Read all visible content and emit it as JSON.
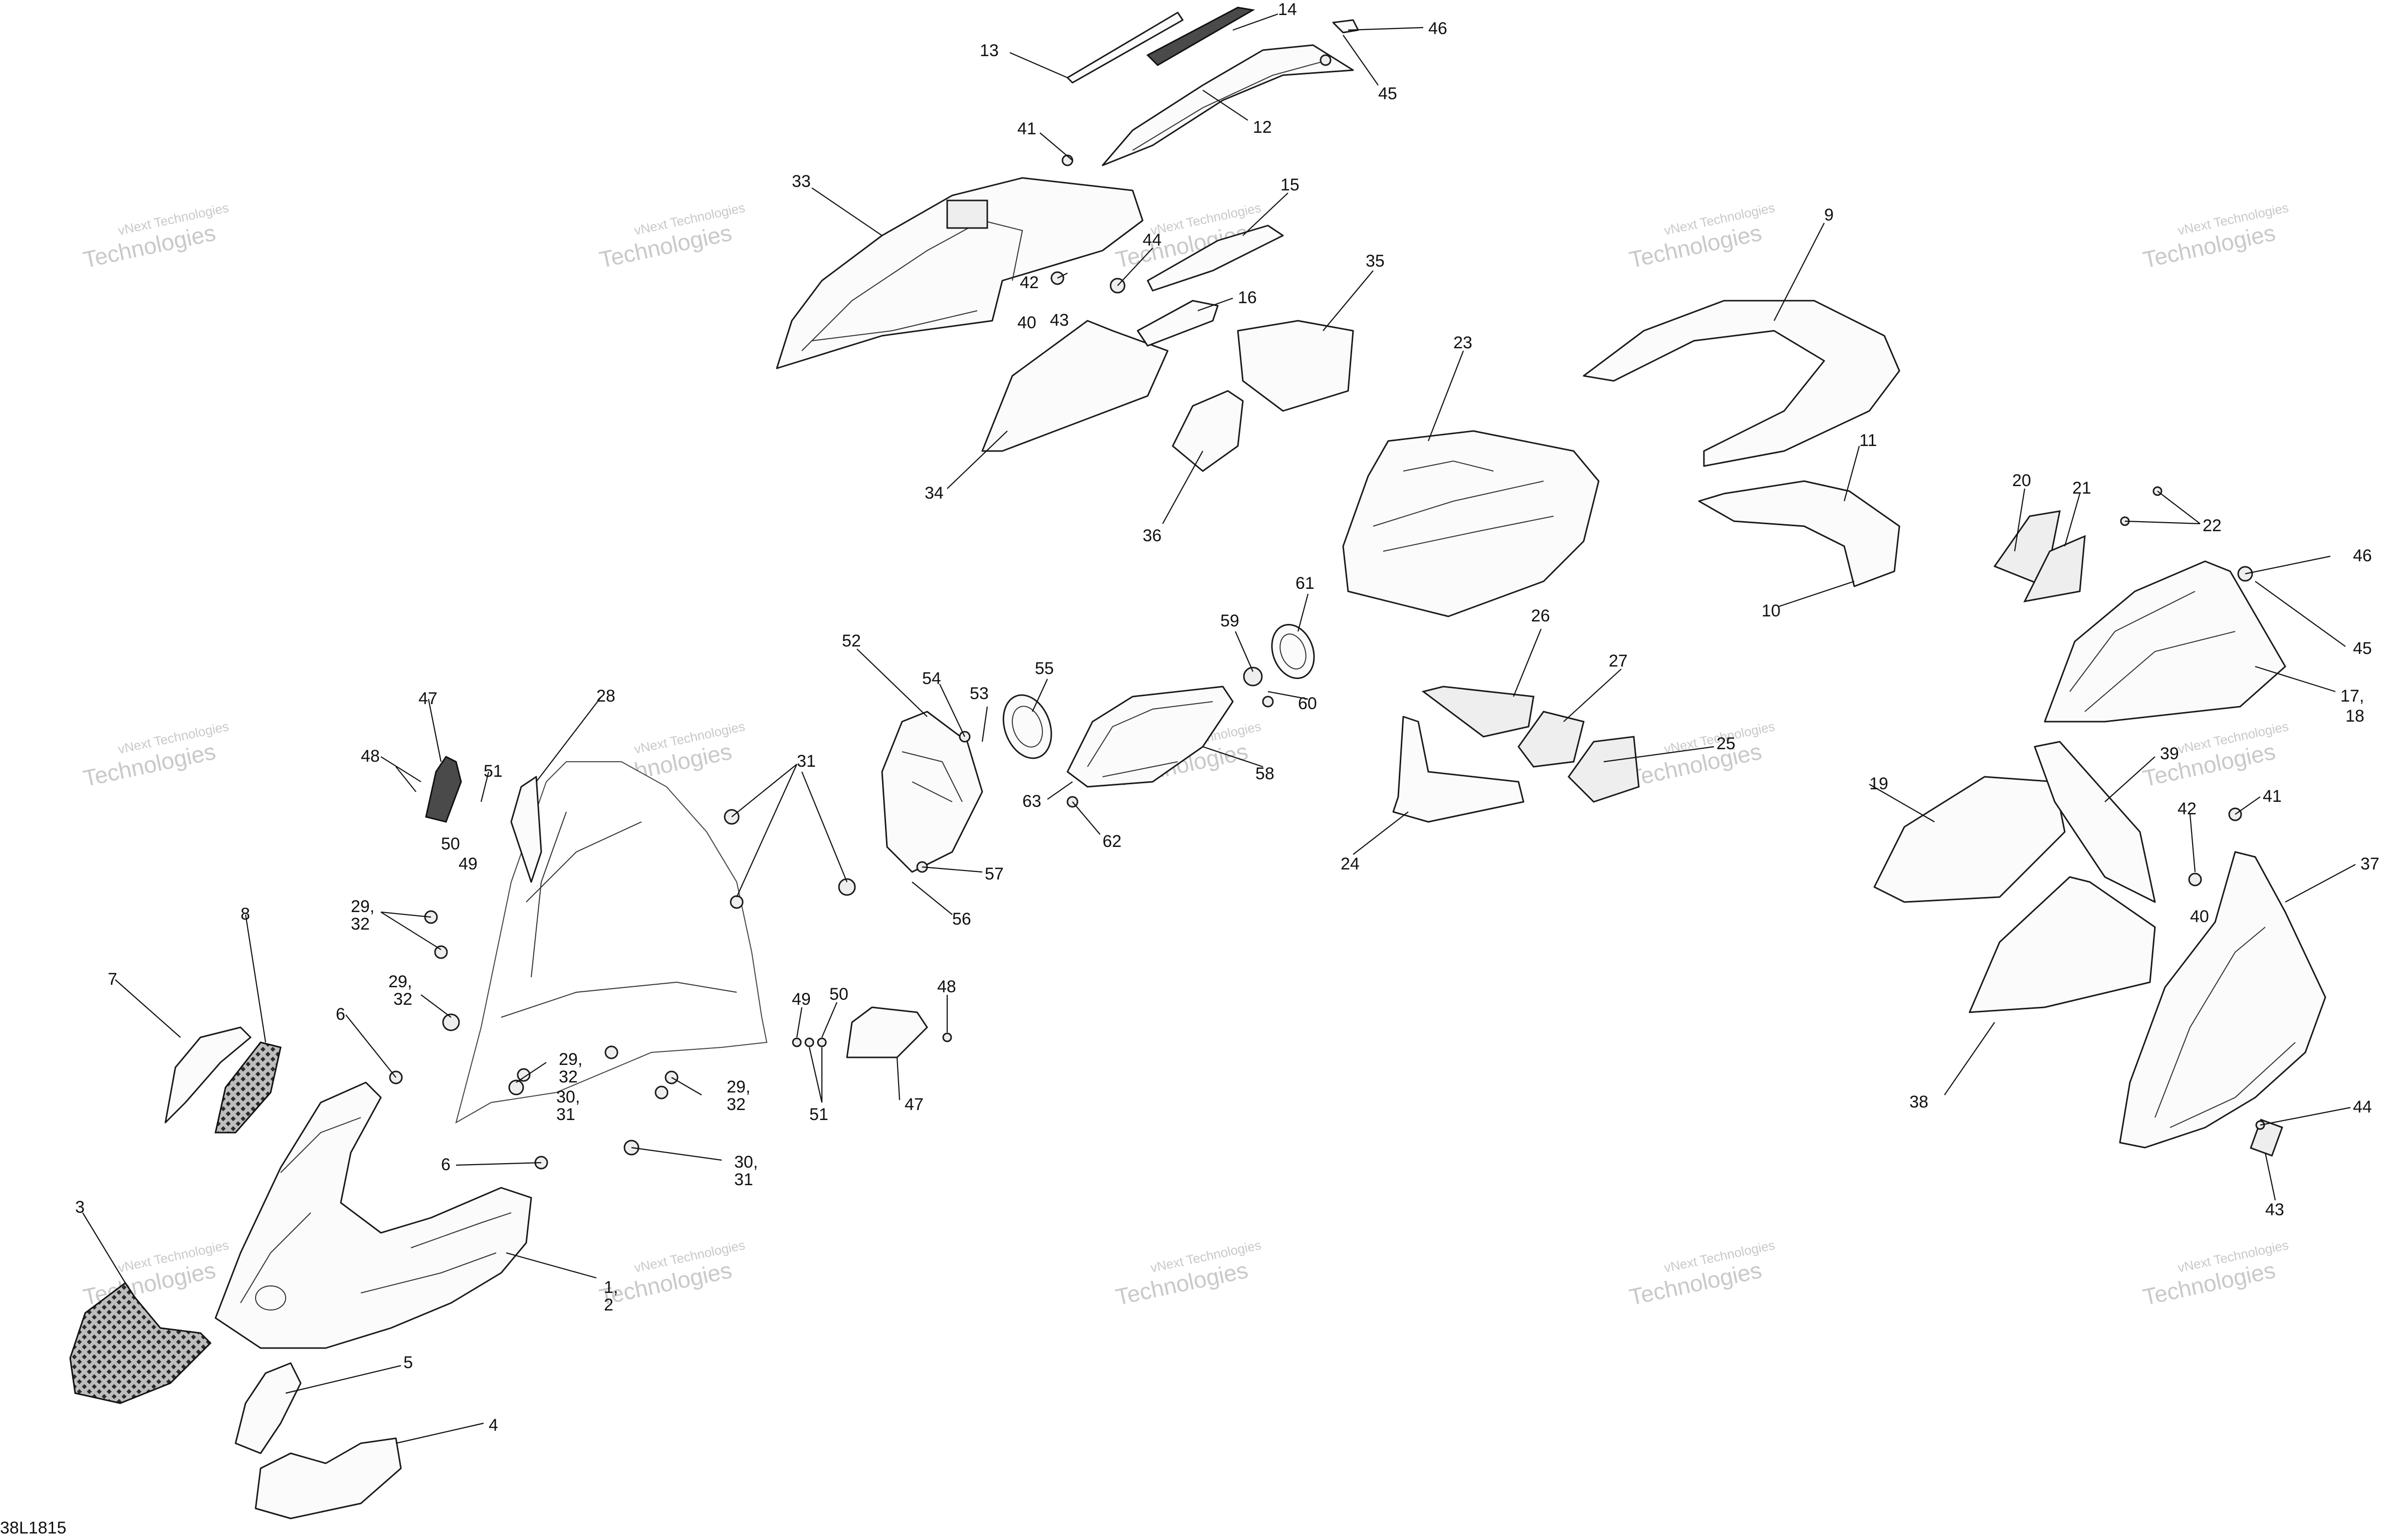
{
  "drawing_code": "38L1815",
  "watermark": {
    "line1": "vNext Technologies",
    "line2": "Technologies"
  },
  "callouts": [
    "13",
    "14",
    "46",
    "45",
    "12",
    "41",
    "33",
    "42",
    "40",
    "43",
    "44",
    "15",
    "16",
    "35",
    "34",
    "36",
    "23",
    "9",
    "11",
    "10",
    "20",
    "21",
    "22",
    "46",
    "45",
    "17,",
    "18",
    "52",
    "54",
    "53",
    "55",
    "59",
    "61",
    "60",
    "63",
    "62",
    "58",
    "57",
    "56",
    "26",
    "27",
    "25",
    "24",
    "19",
    "39",
    "42",
    "41",
    "37",
    "40",
    "38",
    "44",
    "43",
    "47",
    "48",
    "51",
    "50",
    "49",
    "28",
    "31",
    "29,",
    "32",
    "29,",
    "32",
    "8",
    "7",
    "6",
    "29,",
    "32",
    "30,",
    "31",
    "29,",
    "32",
    "49",
    "50",
    "48",
    "51",
    "47",
    "6",
    "30,",
    "31",
    "1,",
    "2",
    "3",
    "5",
    "4"
  ]
}
